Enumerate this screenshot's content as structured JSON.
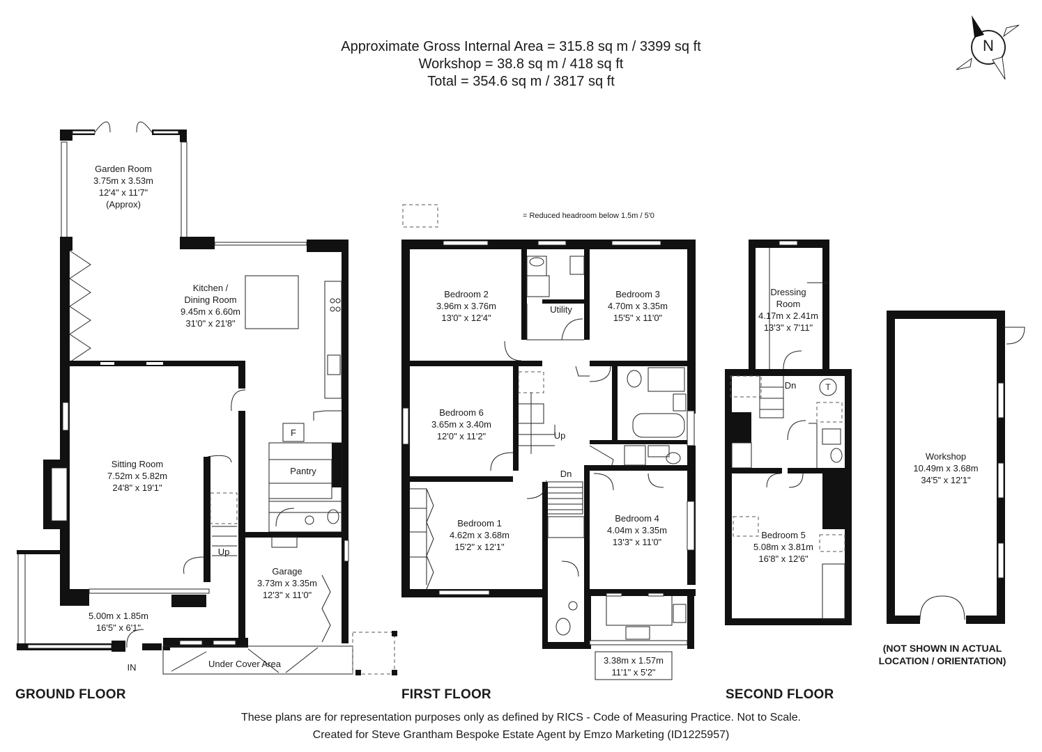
{
  "header": {
    "line1": "Approximate Gross Internal Area = 315.8 sq m / 3399 sq ft",
    "line2": "Workshop = 38.8 sq m / 418 sq ft",
    "line3": "Total = 354.6 sq m / 3817 sq ft"
  },
  "compass": {
    "letter": "N"
  },
  "legend": {
    "text": "= Reduced headroom below 1.5m / 5'0"
  },
  "ground_floor": {
    "title": "GROUND FLOOR",
    "garden_room": {
      "name": "Garden Room",
      "metric": "3.75m x 3.53m",
      "imperial": "12'4\" x 11'7\"",
      "note": "(Approx)"
    },
    "kitchen": {
      "name1": "Kitchen /",
      "name2": "Dining Room",
      "metric": "9.45m x 6.60m",
      "imperial": "31'0\" x 21'8\""
    },
    "sitting_room": {
      "name": "Sitting Room",
      "metric": "7.52m x 5.82m",
      "imperial": "24'8\" x 19'1\""
    },
    "pantry": {
      "name": "Pantry"
    },
    "fridge": {
      "label": "F"
    },
    "garage": {
      "name": "Garage",
      "metric": "3.73m x 3.35m",
      "imperial": "12'3\" x 11'0\""
    },
    "porch": {
      "metric": "5.00m x 1.85m",
      "imperial": "16'5\" x 6'1\""
    },
    "stairs_up": "Up",
    "entry": "IN",
    "under_cover": "Under Cover Area"
  },
  "first_floor": {
    "title": "FIRST FLOOR",
    "bedroom2": {
      "name": "Bedroom 2",
      "metric": "3.96m x 3.76m",
      "imperial": "13'0\" x 12'4\""
    },
    "utility": {
      "name": "Utility"
    },
    "bedroom3": {
      "name": "Bedroom 3",
      "metric": "4.70m x 3.35m",
      "imperial": "15'5\" x 11'0\""
    },
    "bedroom6": {
      "name": "Bedroom 6",
      "metric": "3.65m x 3.40m",
      "imperial": "12'0\" x 11'2\""
    },
    "bedroom1": {
      "name": "Bedroom 1",
      "metric": "4.62m x 3.68m",
      "imperial": "15'2\" x 12'1\""
    },
    "bedroom4": {
      "name": "Bedroom 4",
      "metric": "4.04m x 3.35m",
      "imperial": "13'3\" x 11'0\""
    },
    "room_small": {
      "metric": "3.38m x 1.57m",
      "imperial": "11'1\" x 5'2\""
    },
    "stairs_up": "Up",
    "stairs_down": "Dn"
  },
  "second_floor": {
    "title": "SECOND FLOOR",
    "dressing": {
      "name1": "Dressing",
      "name2": "Room",
      "metric": "4.17m x 2.41m",
      "imperial": "13'3\" x 7'11\""
    },
    "bedroom5": {
      "name": "Bedroom 5",
      "metric": "5.08m x 3.81m",
      "imperial": "16'8\" x 12'6\""
    },
    "stairs_down": "Dn",
    "tank": "T"
  },
  "workshop": {
    "name": "Workshop",
    "metric": "10.49m x 3.68m",
    "imperial": "34'5\" x 12'1\"",
    "note1": "(NOT SHOWN IN ACTUAL",
    "note2": "LOCATION / ORIENTATION)"
  },
  "footer": {
    "line1": "These plans are for representation purposes only as defined by RICS - Code of Measuring Practice. Not to Scale.",
    "line2": "Created for Steve Grantham Bespoke Estate Agent by Emzo Marketing (ID1225957)"
  }
}
